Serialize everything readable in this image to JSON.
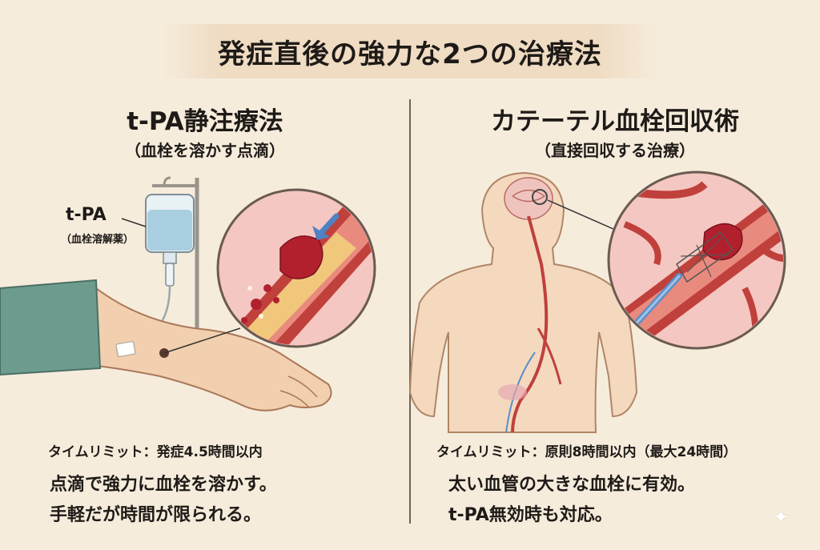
{
  "title": "発症直後の強力な2つの治療法",
  "left": {
    "heading": "t-PA静注療法",
    "subheading": "（血栓を溶かす点滴）",
    "drug_label": "t-PA",
    "drug_sublabel": "（血栓溶解薬）",
    "time_limit": "タイムリミット：発症4.5時間以内",
    "description": [
      "点滴で強力に血栓を溶かす。",
      "手軽だが時間が限られる。"
    ]
  },
  "right": {
    "heading": "カテーテル血栓回収術",
    "subheading": "（直接回収する治療）",
    "time_limit": "タイムリミット：原則8時間以内（最大24時間）",
    "description": [
      "太い血管の大きな血栓に有効。",
      "t-PA無効時も対応。"
    ]
  },
  "colors": {
    "background": "#f6ecdc",
    "vessel": "#c0403c",
    "clot": "#b3202d",
    "skin": "#f2cfae",
    "sleeve": "#6d9c8e",
    "catheter": "#5b8fc8"
  },
  "icons": [
    "iv-bag-icon",
    "arm-illustration",
    "vessel-magnifier-icon",
    "body-illustration",
    "stent-retriever-icon",
    "sparkle-icon"
  ]
}
